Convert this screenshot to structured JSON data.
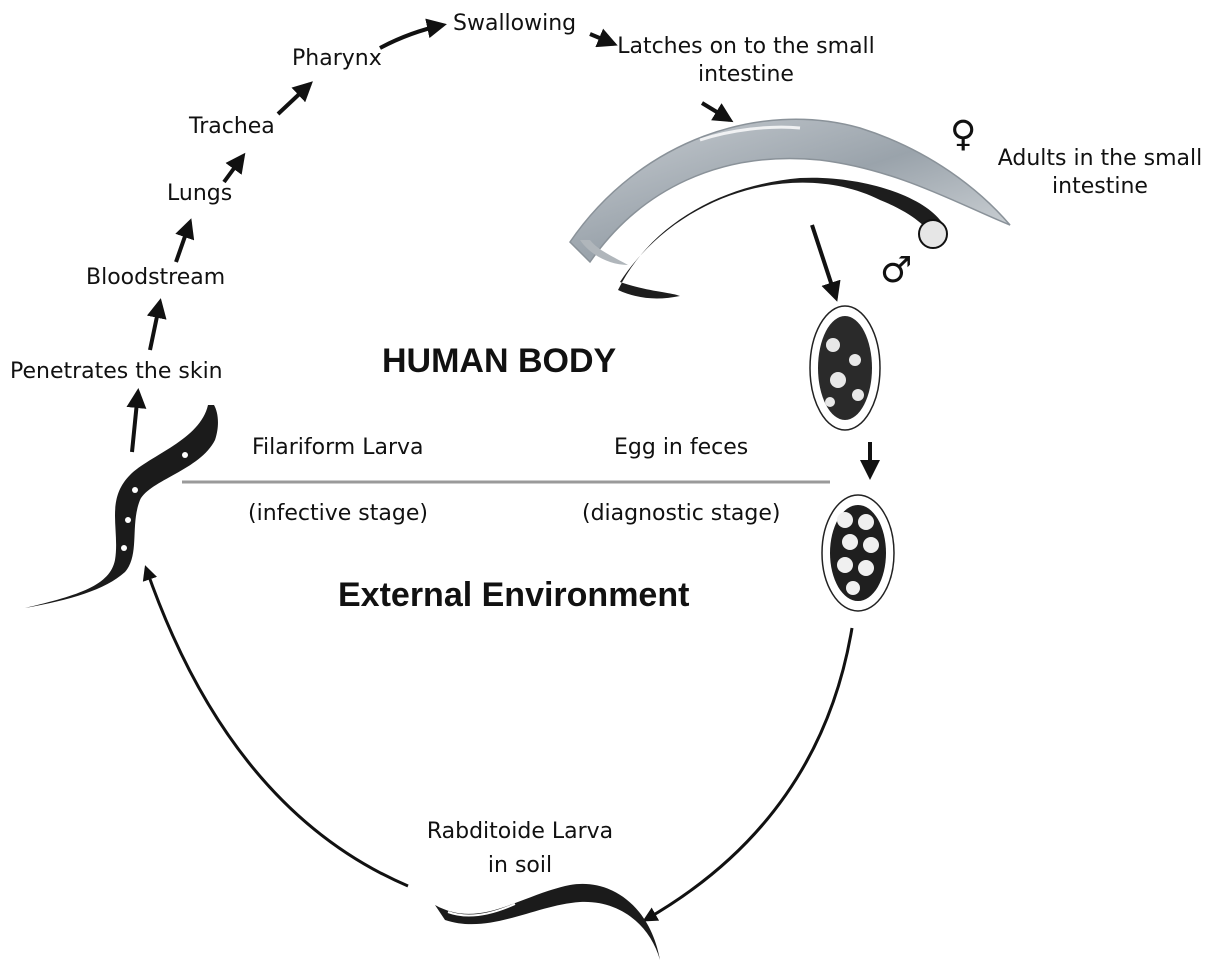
{
  "regions": {
    "human_body": "HUMAN BODY",
    "external_environment": "External Environment"
  },
  "pathway": {
    "penetrates": "Penetrates the skin",
    "bloodstream": "Bloodstream",
    "lungs": "Lungs",
    "trachea": "Trachea",
    "pharynx": "Pharynx",
    "swallowing": "Swallowing",
    "latches_line1": "Latches on to the small",
    "latches_line2": "intestine"
  },
  "adults": {
    "line1": "Adults in the small",
    "line2": "intestine",
    "female_symbol": "♀",
    "male_symbol": "♂"
  },
  "stages": {
    "filariform": "Filariform Larva",
    "infective": "(infective stage)",
    "egg": "Egg in feces",
    "diagnostic": "(diagnostic stage)",
    "rhabditoid_line1": "Rabditoide Larva",
    "rhabditoid_line2": "in soil"
  }
}
